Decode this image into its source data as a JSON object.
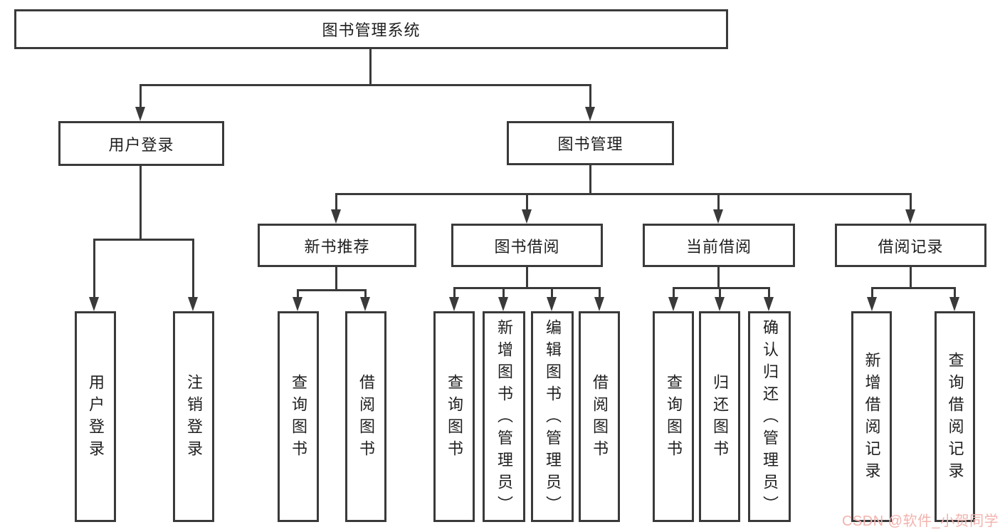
{
  "diagram": {
    "root": {
      "label": "图书管理系统"
    },
    "level2": [
      {
        "id": "user-login",
        "label": "用户登录"
      },
      {
        "id": "book-management",
        "label": "图书管理"
      }
    ],
    "level3": [
      {
        "id": "new-book-recommend",
        "label": "新书推荐"
      },
      {
        "id": "book-borrow",
        "label": "图书借阅"
      },
      {
        "id": "current-borrow",
        "label": "当前借阅"
      },
      {
        "id": "borrow-records",
        "label": "借阅记录"
      }
    ],
    "leaves": [
      {
        "parent": "user-login",
        "label": "用户登录"
      },
      {
        "parent": "user-login",
        "label": "注销登录"
      },
      {
        "parent": "new-book-recommend",
        "label": "查询图书"
      },
      {
        "parent": "new-book-recommend",
        "label": "借阅图书"
      },
      {
        "parent": "book-borrow",
        "label": "查询图书"
      },
      {
        "parent": "book-borrow",
        "label": "新增图书（管理员）"
      },
      {
        "parent": "book-borrow",
        "label": "编辑图书（管理员）"
      },
      {
        "parent": "book-borrow",
        "label": "借阅图书"
      },
      {
        "parent": "current-borrow",
        "label": "查询图书"
      },
      {
        "parent": "current-borrow",
        "label": "归还图书"
      },
      {
        "parent": "current-borrow",
        "label": "确认归还（管理员）"
      },
      {
        "parent": "borrow-records",
        "label": "新增借阅记录"
      },
      {
        "parent": "borrow-records",
        "label": "查询借阅记录"
      }
    ],
    "colors": {
      "line": "#3a3a3a",
      "text": "#1f1f1f",
      "box_background": "#ffffff"
    }
  },
  "watermark": {
    "text": "CSDN @软件_小贺同学",
    "color": "#f2b3ae"
  }
}
